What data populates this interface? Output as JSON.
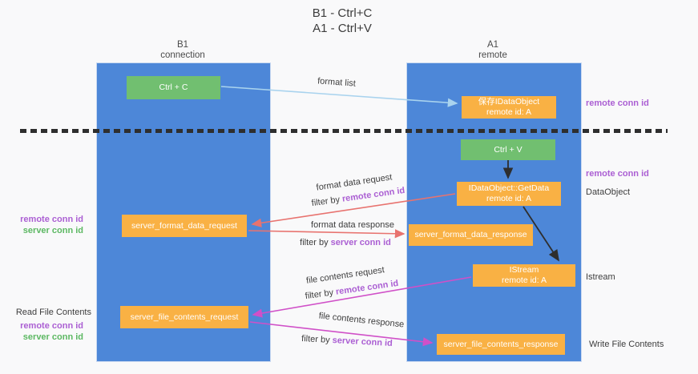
{
  "title": {
    "line1": "B1 - Ctrl+C",
    "line2": "A1 - Ctrl+V"
  },
  "lifelines": {
    "left": {
      "name": "B1",
      "role": "connection"
    },
    "right": {
      "name": "A1",
      "role": "remote"
    }
  },
  "nodes": {
    "ctrl_c": "Ctrl + C",
    "ctrl_v": "Ctrl + V",
    "save_idataobject": {
      "title": "保存IDataObject",
      "subtitle": "remote id: A"
    },
    "getdata": {
      "title": "IDataObject::GetData",
      "subtitle": "remote id: A"
    },
    "istream": {
      "title": "IStream",
      "subtitle": "remote id: A"
    },
    "server_format_data_request": "server_format_data_request",
    "server_format_data_response": "server_format_data_response",
    "server_file_contents_request": "server_file_contents_request",
    "server_file_contents_response": "server_file_contents_response"
  },
  "arrow_labels": {
    "format_list": "format list",
    "format_data_request": "format data request",
    "format_data_response": "format data response",
    "file_contents_request": "file contents request",
    "file_contents_response": "file contents response",
    "filter_by": "filter by",
    "remote_conn_id": "remote conn id",
    "server_conn_id": "server conn id"
  },
  "side_labels": {
    "remote_conn_id": "remote conn id",
    "server_conn_id": "server conn id",
    "dataobject": "DataObject",
    "istream": "Istream",
    "read_file_contents": "Read File Contents",
    "write_file_contents": "Write File Contents"
  },
  "colors": {
    "lifeline_blue": "#4d87d8",
    "node_green": "#71bf70",
    "node_orange": "#f9b144",
    "arrow_light_blue": "#a9d3ee",
    "arrow_red": "#e8736f",
    "arrow_magenta": "#d050c8",
    "arrow_black": "#2e2e2e",
    "key_purple": "#ab5fd3",
    "key_green": "#5cb862"
  }
}
